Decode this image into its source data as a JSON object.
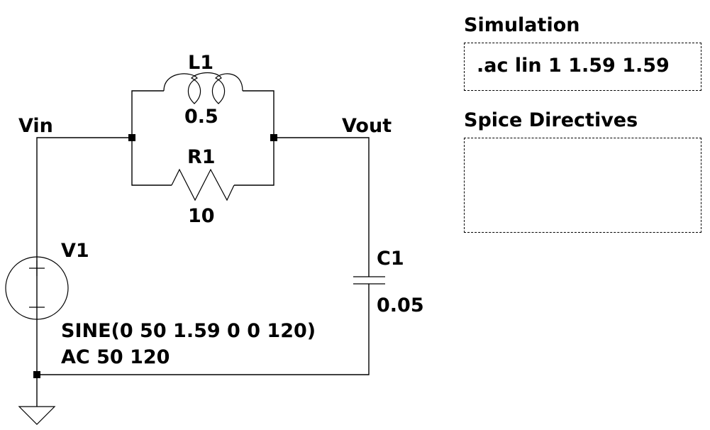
{
  "nets": {
    "vin": "Vin",
    "vout": "Vout"
  },
  "components": {
    "L1": {
      "name": "L1",
      "value": "0.5",
      "type": "inductor"
    },
    "R1": {
      "name": "R1",
      "value": "10",
      "type": "resistor"
    },
    "C1": {
      "name": "C1",
      "value": "0.05",
      "type": "capacitor"
    },
    "V1": {
      "name": "V1",
      "type": "voltage-source",
      "value_line1": "SINE(0 50 1.59 0 0 120)",
      "value_line2": "AC 50 120"
    }
  },
  "panels": {
    "simulation": {
      "title": "Simulation",
      "command": ".ac lin 1 1.59 1.59"
    },
    "spice_directives": {
      "title": "Spice Directives",
      "content": ""
    }
  }
}
